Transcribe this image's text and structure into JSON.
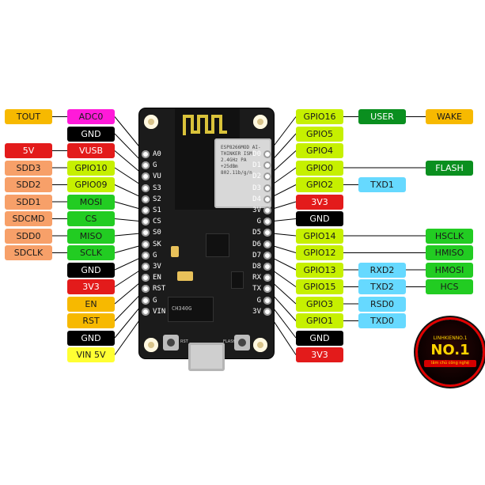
{
  "colors": {
    "orange": "#f7b900",
    "magenta": "#ff1ad9",
    "black": "#000000",
    "red": "#e31b1b",
    "salmon": "#f7a069",
    "lime": "#c6f000",
    "green": "#22cc22",
    "yellow": "#ffff33",
    "darkgreen": "#0a8f1f",
    "cyan": "#66d9ff"
  },
  "left_rows": [
    {
      "pin": "A0",
      "pills": [
        {
          "text": "TOUT",
          "color": "orange"
        },
        {
          "text": "ADC0",
          "color": "magenta"
        }
      ]
    },
    {
      "pin": "G",
      "pills": [
        {
          "text": "GND",
          "color": "black"
        }
      ]
    },
    {
      "pin": "VU",
      "pills": [
        {
          "text": "5V",
          "color": "red"
        },
        {
          "text": "VUSB",
          "color": "red"
        }
      ]
    },
    {
      "pin": "S3",
      "pills": [
        {
          "text": "SDD3",
          "color": "salmon"
        },
        {
          "text": "GPIO10",
          "color": "lime"
        }
      ]
    },
    {
      "pin": "S2",
      "pills": [
        {
          "text": "SDD2",
          "color": "salmon"
        },
        {
          "text": "GPIO09",
          "color": "lime"
        }
      ]
    },
    {
      "pin": "S1",
      "pills": [
        {
          "text": "SDD1",
          "color": "salmon"
        },
        {
          "text": "MOSI",
          "color": "green"
        }
      ]
    },
    {
      "pin": "CS",
      "pills": [
        {
          "text": "SDCMD",
          "color": "salmon"
        },
        {
          "text": "CS",
          "color": "green"
        }
      ]
    },
    {
      "pin": "S0",
      "pills": [
        {
          "text": "SDD0",
          "color": "salmon"
        },
        {
          "text": "MISO",
          "color": "green"
        }
      ]
    },
    {
      "pin": "SK",
      "pills": [
        {
          "text": "SDCLK",
          "color": "salmon"
        },
        {
          "text": "SCLK",
          "color": "green"
        }
      ]
    },
    {
      "pin": "G",
      "pills": [
        {
          "text": "GND",
          "color": "black"
        }
      ]
    },
    {
      "pin": "3V",
      "pills": [
        {
          "text": "3V3",
          "color": "red"
        }
      ]
    },
    {
      "pin": "EN",
      "pills": [
        {
          "text": "EN",
          "color": "orange"
        }
      ]
    },
    {
      "pin": "RST",
      "pills": [
        {
          "text": "RST",
          "color": "orange"
        }
      ]
    },
    {
      "pin": "G",
      "pills": [
        {
          "text": "GND",
          "color": "black"
        }
      ]
    },
    {
      "pin": "VIN",
      "pills": [
        {
          "text": "VIN 5V",
          "color": "yellow"
        }
      ]
    }
  ],
  "right_rows": [
    {
      "pin": "D0",
      "pills": [
        {
          "text": "GPIO16",
          "color": "lime"
        },
        {
          "text": "USER",
          "color": "darkgreen"
        },
        {
          "text": "WAKE",
          "color": "orange"
        }
      ]
    },
    {
      "pin": "D1",
      "pills": [
        {
          "text": "GPIO5",
          "color": "lime"
        }
      ]
    },
    {
      "pin": "D2",
      "pills": [
        {
          "text": "GPIO4",
          "color": "lime"
        }
      ]
    },
    {
      "pin": "D3",
      "pills": [
        {
          "text": "GPIO0",
          "color": "lime"
        },
        {
          "text": "FLASH",
          "color": "darkgreen"
        }
      ]
    },
    {
      "pin": "D4",
      "pills": [
        {
          "text": "GPIO2",
          "color": "lime"
        },
        {
          "text": "TXD1",
          "color": "cyan"
        }
      ]
    },
    {
      "pin": "3V",
      "pills": [
        {
          "text": "3V3",
          "color": "red"
        }
      ]
    },
    {
      "pin": "G",
      "pills": [
        {
          "text": "GND",
          "color": "black"
        }
      ]
    },
    {
      "pin": "D5",
      "pills": [
        {
          "text": "GPIO14",
          "color": "lime"
        },
        {
          "text": "HSCLK",
          "color": "green"
        }
      ]
    },
    {
      "pin": "D6",
      "pills": [
        {
          "text": "GPIO12",
          "color": "lime"
        },
        {
          "text": "HMISO",
          "color": "green"
        }
      ]
    },
    {
      "pin": "D7",
      "pills": [
        {
          "text": "GPIO13",
          "color": "lime"
        },
        {
          "text": "RXD2",
          "color": "cyan"
        },
        {
          "text": "HMOSI",
          "color": "green"
        }
      ]
    },
    {
      "pin": "D8",
      "pills": [
        {
          "text": "GPIO15",
          "color": "lime"
        },
        {
          "text": "TXD2",
          "color": "cyan"
        },
        {
          "text": "HCS",
          "color": "green"
        }
      ]
    },
    {
      "pin": "RX",
      "pills": [
        {
          "text": "GPIO3",
          "color": "lime"
        },
        {
          "text": "RSD0",
          "color": "cyan"
        }
      ]
    },
    {
      "pin": "TX",
      "pills": [
        {
          "text": "GPIO1",
          "color": "lime"
        },
        {
          "text": "TXD0",
          "color": "cyan"
        }
      ]
    },
    {
      "pin": "G",
      "pills": [
        {
          "text": "GND",
          "color": "black"
        }
      ]
    },
    {
      "pin": "3V",
      "pills": [
        {
          "text": "3V3",
          "color": "red"
        }
      ]
    }
  ],
  "board": {
    "button_left": "RST",
    "button_right": "FLASH",
    "shield_text": "ESP8266MOD AI-THINKER ISM 2.4GHz PA +25dBm 802.11b/g/n",
    "ic_text": "CH340G"
  },
  "badge": {
    "top": "LINHKIENNO.1",
    "main": "NO.1",
    "bottom": "lâm chủ công nghệ"
  }
}
